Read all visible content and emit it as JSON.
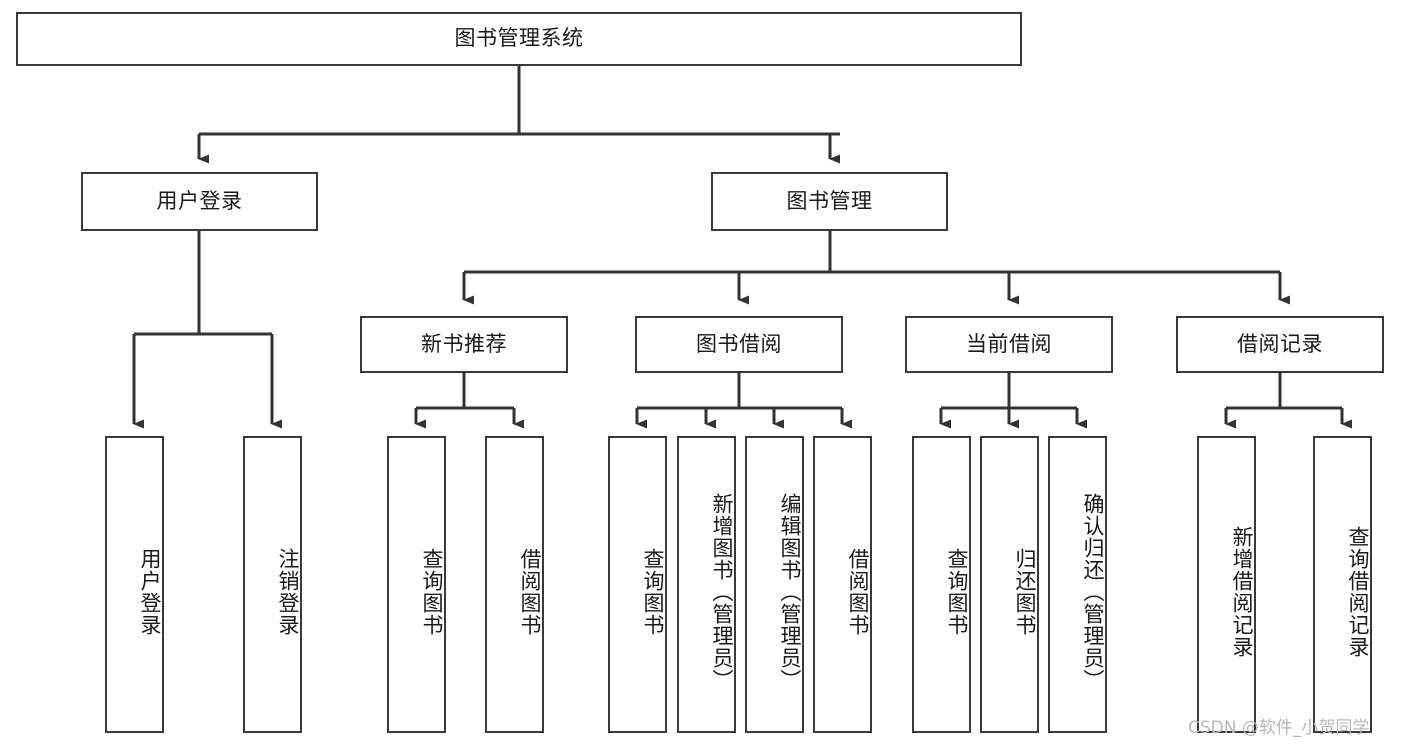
{
  "diagram": {
    "title": "图书管理系统",
    "type": "tree-hierarchy",
    "orientation": "top-down",
    "colors": {
      "box_border": "#3a3a3a",
      "box_fill": "#ffffff",
      "connector": "#333333",
      "text": "#1a1a1a",
      "watermark": "#b8b8b8",
      "background": "#ffffff"
    },
    "root": {
      "label": "图书管理系统"
    },
    "level2": [
      {
        "label": "用户登录"
      },
      {
        "label": "图书管理"
      }
    ],
    "level3": [
      {
        "label": "新书推荐"
      },
      {
        "label": "图书借阅"
      },
      {
        "label": "当前借阅"
      },
      {
        "label": "借阅记录"
      }
    ],
    "leaves_user_login": [
      {
        "label": "用户登录"
      },
      {
        "label": "注销登录"
      }
    ],
    "leaves_new_book": [
      {
        "label": "查询图书"
      },
      {
        "label": "借阅图书"
      }
    ],
    "leaves_borrow": [
      {
        "label": "查询图书"
      },
      {
        "label": "新增图书（管理员）"
      },
      {
        "label": "编辑图书（管理员）"
      },
      {
        "label": "借阅图书"
      }
    ],
    "leaves_current": [
      {
        "label": "查询图书"
      },
      {
        "label": "归还图书"
      },
      {
        "label": "确认归还（管理员）"
      }
    ],
    "leaves_record": [
      {
        "label": "新增借阅记录"
      },
      {
        "label": "查询借阅记录"
      }
    ]
  },
  "watermark": {
    "text": "CSDN @软件_小贺同学"
  }
}
